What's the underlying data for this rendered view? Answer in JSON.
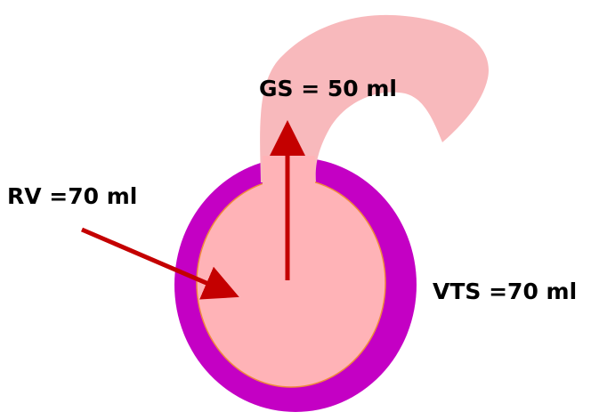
{
  "labels": {
    "gs": "GS = 50 ml",
    "rv": "RV =70 ml",
    "vts": "VTS =70 ml"
  },
  "colors": {
    "background": "#ffffff",
    "aorta_fill": "#f8b9bc",
    "wall_fill": "#c400c4",
    "cavity_fill": "#ffb3b7",
    "cavity_stroke": "#f08a3c",
    "arrow": "#c40000",
    "text": "#000000"
  }
}
